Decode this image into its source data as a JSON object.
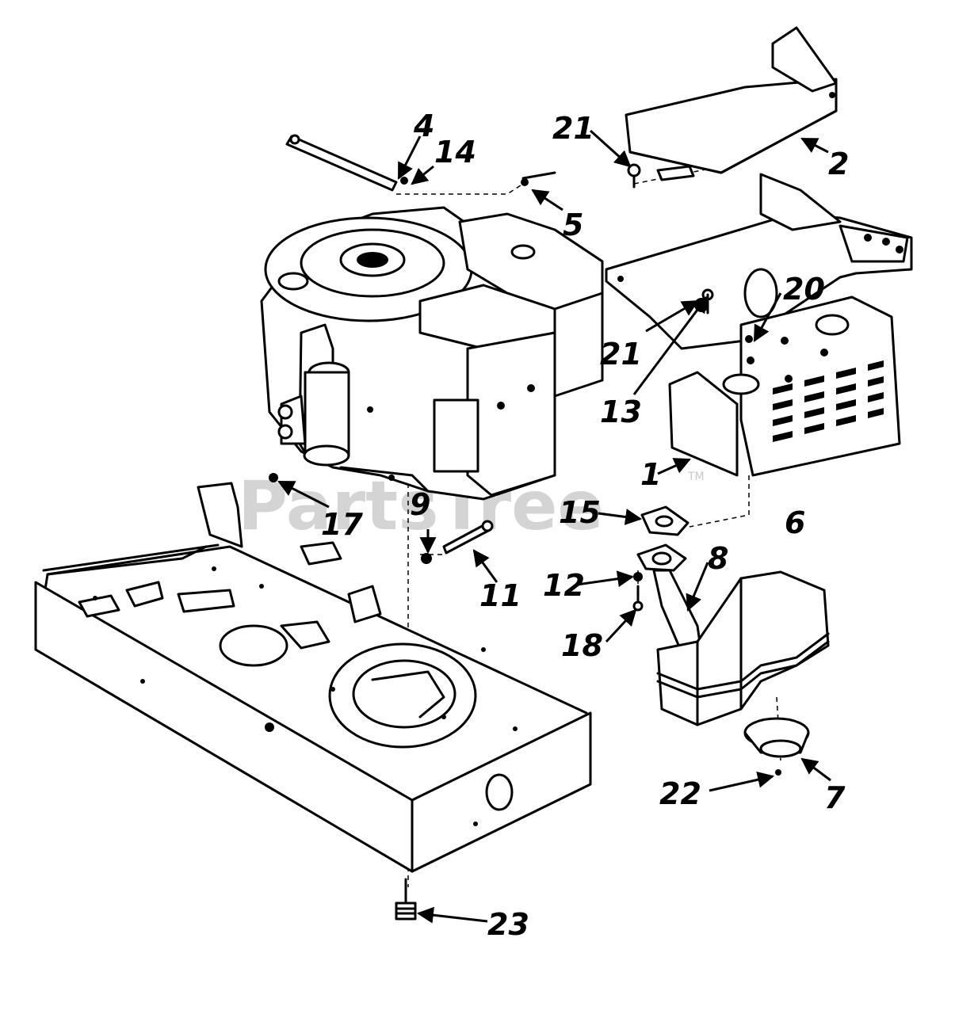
{
  "watermark": {
    "text": "PartsTree",
    "trademark": "TM"
  },
  "callouts": [
    {
      "id": "1",
      "label": "1"
    },
    {
      "id": "2",
      "label": "2"
    },
    {
      "id": "4",
      "label": "4"
    },
    {
      "id": "5",
      "label": "5"
    },
    {
      "id": "6",
      "label": "6"
    },
    {
      "id": "7",
      "label": "7"
    },
    {
      "id": "8",
      "label": "8"
    },
    {
      "id": "9",
      "label": "9"
    },
    {
      "id": "11",
      "label": "11"
    },
    {
      "id": "12",
      "label": "12"
    },
    {
      "id": "13",
      "label": "13"
    },
    {
      "id": "14",
      "label": "14"
    },
    {
      "id": "15",
      "label": "15"
    },
    {
      "id": "17",
      "label": "17"
    },
    {
      "id": "18",
      "label": "18"
    },
    {
      "id": "20",
      "label": "20"
    },
    {
      "id": "21a",
      "label": "21"
    },
    {
      "id": "21b",
      "label": "21"
    },
    {
      "id": "22",
      "label": "22"
    },
    {
      "id": "23",
      "label": "23"
    }
  ]
}
